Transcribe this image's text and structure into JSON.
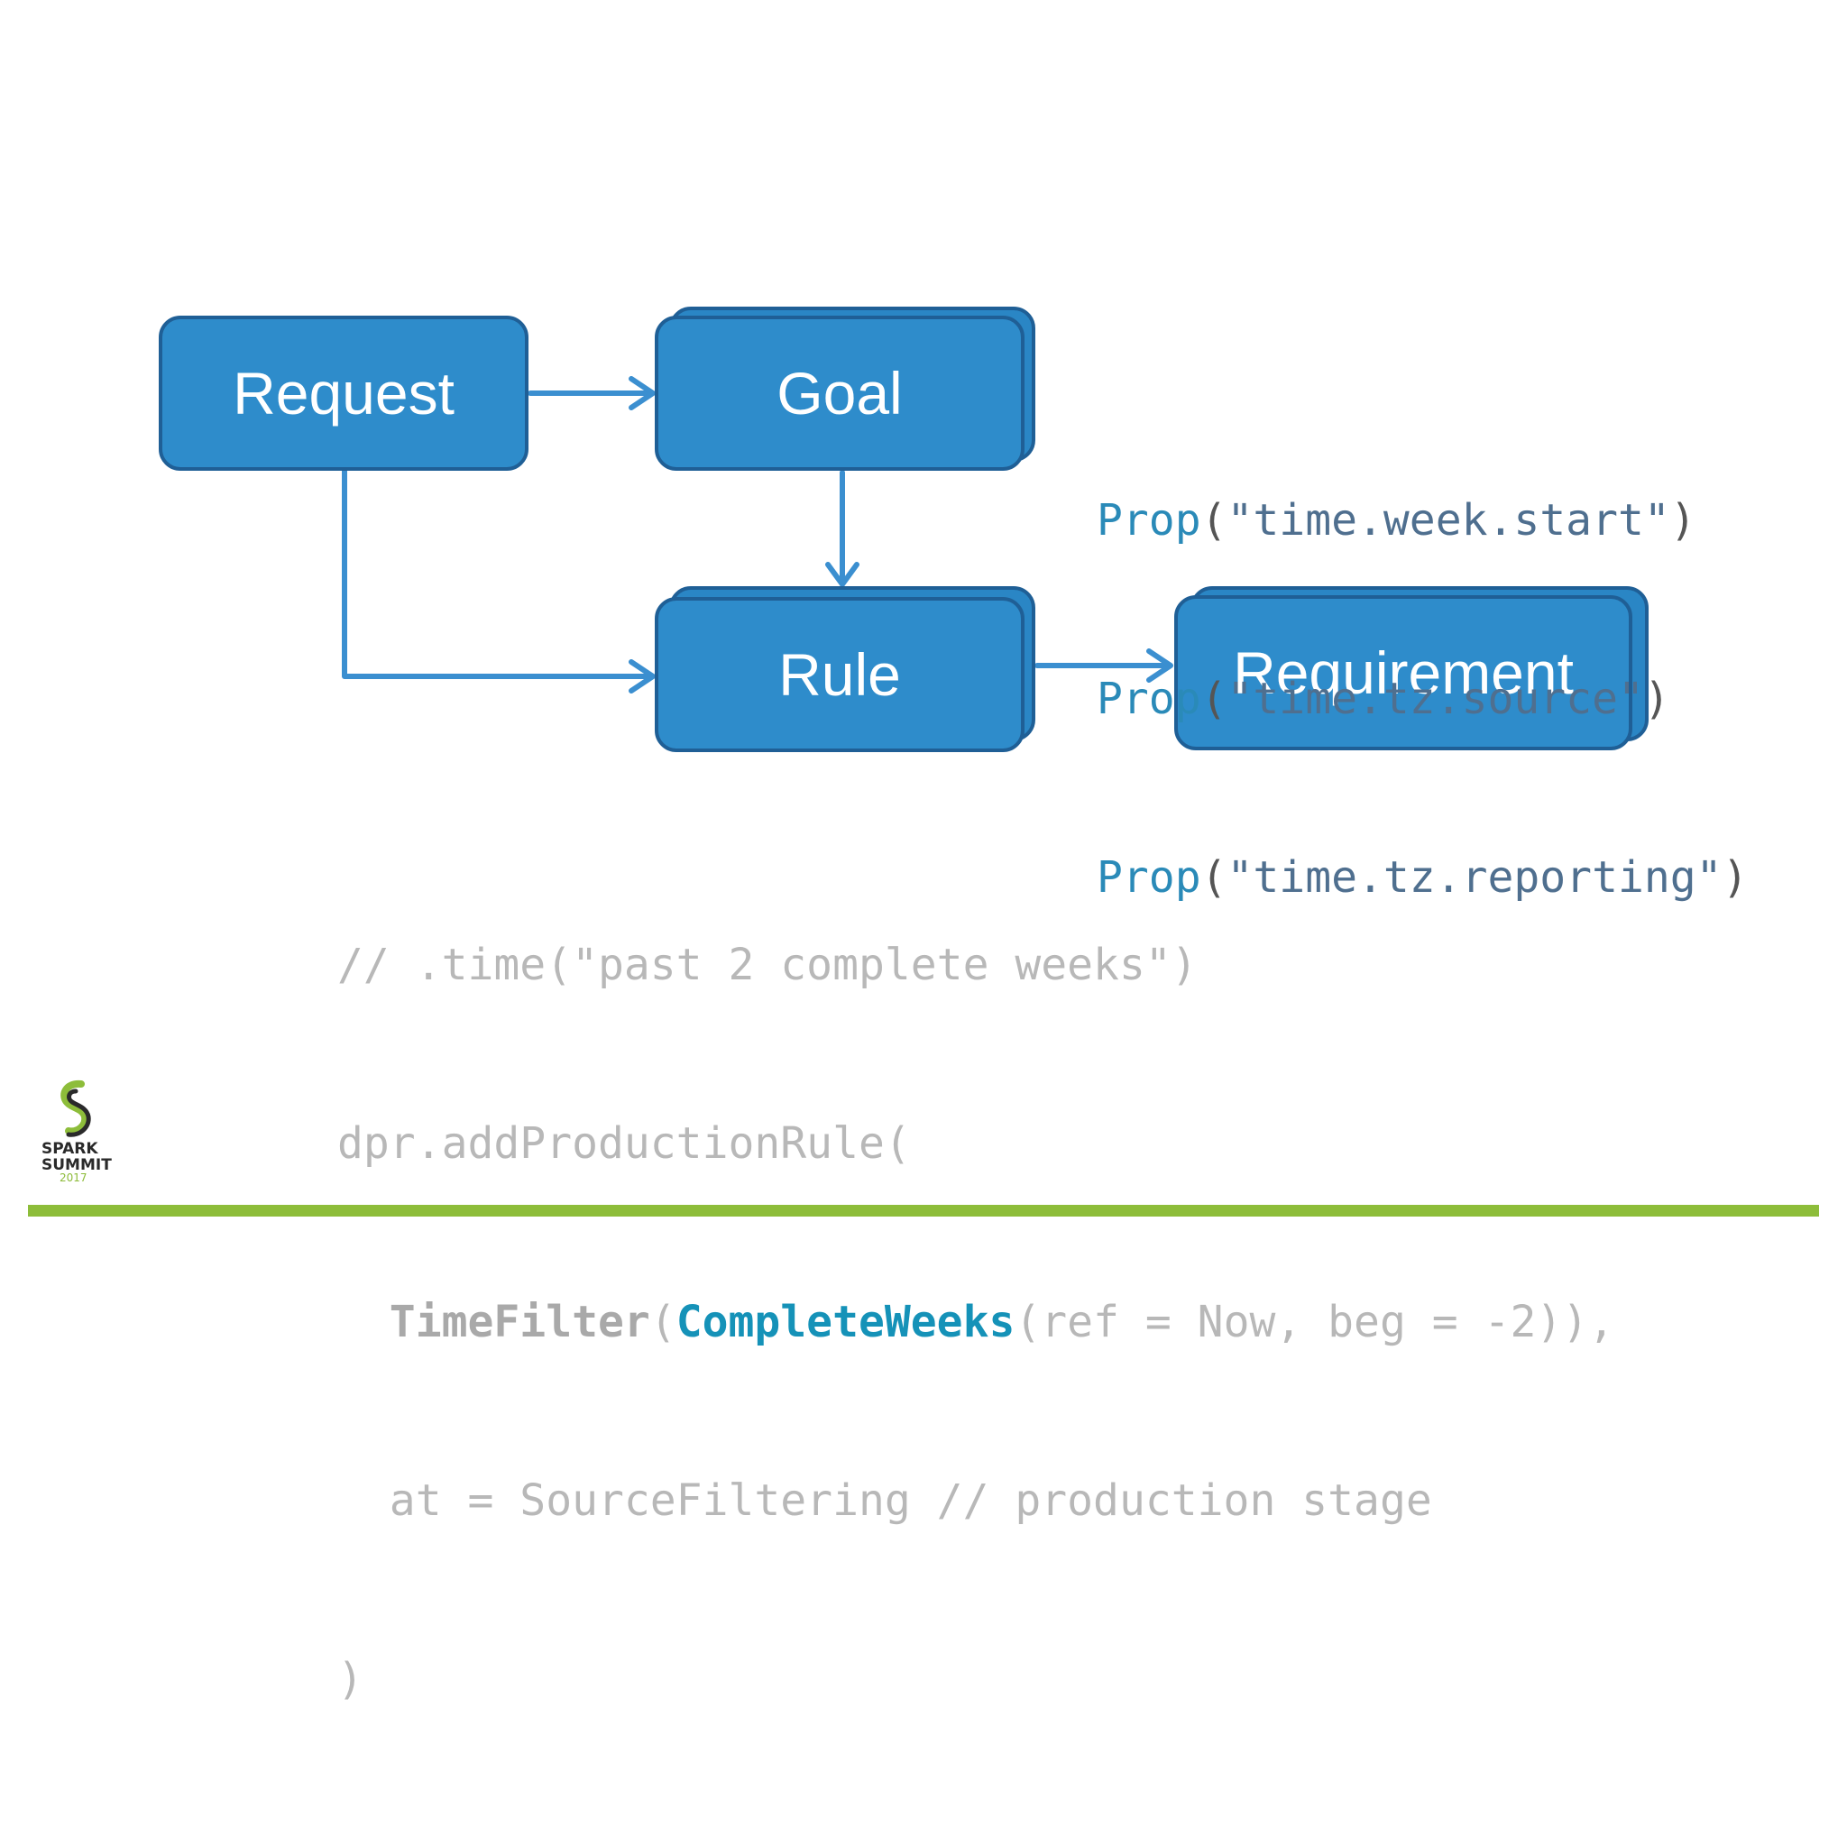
{
  "diagram": {
    "nodes": {
      "request": "Request",
      "goal": "Goal",
      "rule": "Rule",
      "requirement": "Requirement"
    }
  },
  "props": [
    {
      "fn": "Prop",
      "arg": "\"time.week.start\""
    },
    {
      "fn": "Prop",
      "arg": "\"time.tz.source\""
    },
    {
      "fn": "Prop",
      "arg": "\"time.tz.reporting\""
    }
  ],
  "rule_code": {
    "line1": "// .time(\"past 2 complete weeks\")",
    "line2": "dpr.addProductionRule(",
    "line3_indent": "  ",
    "line3_fn": "TimeFilter",
    "line3_open": "(",
    "line3_accent": "CompleteWeeks",
    "line3_rest": "(ref = Now, beg = -2)),",
    "line4": "  at = SourceFiltering // production stage",
    "line5": ")"
  },
  "logo": {
    "line1": "SPARK",
    "line2": "SUMMIT",
    "year": "2017"
  },
  "colors": {
    "box_fill": "#2e8ccb",
    "box_border": "#1f5f96",
    "arrow": "#3b8fd0",
    "accent_green": "#8dbd3a"
  }
}
